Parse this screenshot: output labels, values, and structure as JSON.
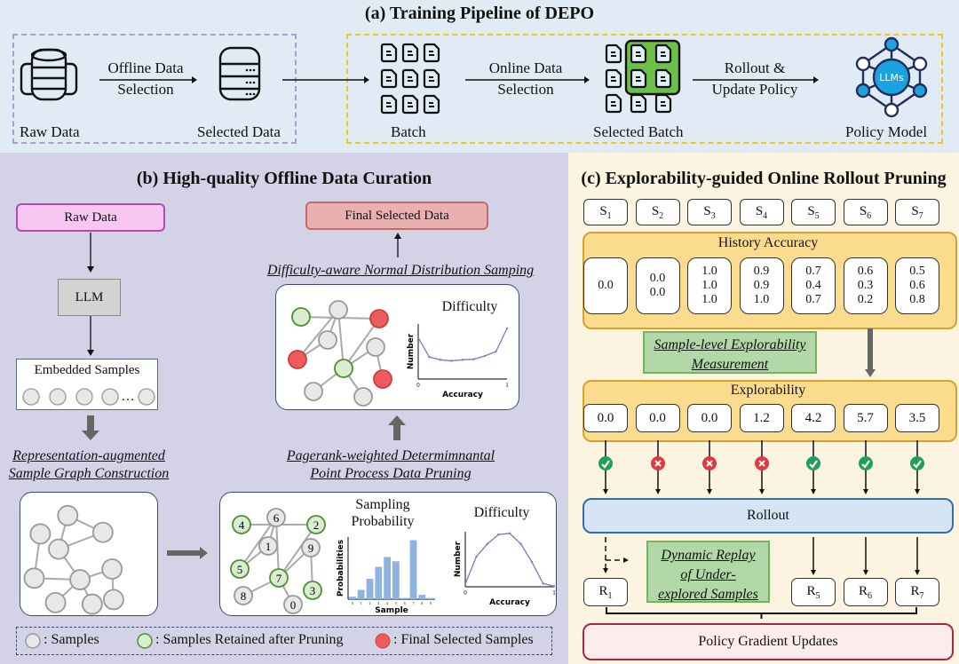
{
  "panel_a": {
    "title": "(a) Training Pipeline of DEPO",
    "raw_data_label": "Raw Data",
    "offline_arrow_label_1": "Offline Data",
    "offline_arrow_label_2": "Selection",
    "selected_data_label": "Selected Data",
    "batch_label": "Batch",
    "online_arrow_label_1": "Online Data",
    "online_arrow_label_2": "Selection",
    "selected_batch_label": "Selected Batch",
    "rollout_arrow_label_1": "Rollout &",
    "rollout_arrow_label_2": "Update Policy",
    "policy_model_label": "Policy Model",
    "llm_icon_text": "LLMs",
    "colors": {
      "offline_border": "#a99fce",
      "online_border": "#f5c518",
      "selected_fill": "#6cc04a",
      "llm_blue": "#1aa3e0"
    }
  },
  "panel_b": {
    "title": "(b) High-quality Offline Data Curation",
    "raw_data": "Raw Data",
    "llm": "LLM",
    "embedded_samples": "Embedded Samples",
    "ellipsis": "…",
    "step1_line1": "Representation-augmented",
    "step1_line2": "Sample Graph Construction",
    "step2_line1": "Pagerank-weighted Determimnantal",
    "step2_line2": "Point Process Data Pruning",
    "step3": "Difficulty-aware Normal Distribution Samping",
    "final_selected": "Final Selected Data",
    "sampling_prob_title_1": "Sampling",
    "sampling_prob_title_2": "Probability",
    "prob_ylabel": "Probabilities",
    "prob_xlabel": "Sample",
    "difficulty_title": "Difficulty",
    "difficulty_ylabel": "Number",
    "difficulty_xlabel": "Accuracy",
    "node_numbers": [
      "4",
      "6",
      "2",
      "1",
      "5",
      "9",
      "7",
      "3",
      "8",
      "0"
    ],
    "legend": {
      "samples": ": Samples",
      "retained": ": Samples Retained after Pruning",
      "final": ": Final Selected Samples"
    },
    "colors": {
      "raw_fill": "#f7c6f2",
      "raw_border": "#b04bb0",
      "final_fill": "#eab0b0",
      "final_border": "#c76a6a",
      "green_node": "#4f8f2f",
      "red_node": "#ee5b5b"
    }
  },
  "chart_data": [
    {
      "type": "bar",
      "title": "Sampling Probability",
      "xlabel": "Sample",
      "ylabel": "Probabilities",
      "categories": [
        "0",
        "1",
        "2",
        "3",
        "4",
        "5",
        "6",
        "7",
        "8",
        "9"
      ],
      "values": [
        0.04,
        0.15,
        0.33,
        0.52,
        0.68,
        0.61,
        0.02,
        0.95,
        0.07,
        0.02
      ]
    },
    {
      "type": "line",
      "title": "Difficulty",
      "xlabel": "Accuracy",
      "ylabel": "Number",
      "xlim": [
        0,
        1
      ],
      "x": [
        0,
        0.125,
        0.25,
        0.375,
        0.5,
        0.625,
        0.75,
        0.875,
        1.0
      ],
      "y": [
        0.05,
        0.55,
        0.78,
        0.95,
        0.97,
        0.78,
        0.45,
        0.06,
        0.01
      ]
    },
    {
      "type": "line",
      "title": "Difficulty",
      "xlabel": "Accuracy",
      "ylabel": "Number",
      "xlim": [
        0,
        1
      ],
      "x": [
        0,
        0.125,
        0.25,
        0.375,
        0.5,
        0.625,
        0.75,
        0.875,
        1.0
      ],
      "y": [
        0.75,
        0.4,
        0.35,
        0.33,
        0.35,
        0.36,
        0.42,
        0.5,
        0.92
      ]
    }
  ],
  "panel_c": {
    "title": "(c) Explorability-guided Online Rollout Pruning",
    "samples": [
      {
        "base": "S",
        "sub": "1"
      },
      {
        "base": "S",
        "sub": "2"
      },
      {
        "base": "S",
        "sub": "3"
      },
      {
        "base": "S",
        "sub": "4"
      },
      {
        "base": "S",
        "sub": "5"
      },
      {
        "base": "S",
        "sub": "6"
      },
      {
        "base": "S",
        "sub": "7"
      }
    ],
    "history_title": "History Accuracy",
    "history": [
      "0.0",
      "0.0\n0.0",
      "1.0\n1.0\n1.0",
      "0.9\n0.9\n1.0",
      "0.7\n0.4\n0.7",
      "0.6\n0.3\n0.2",
      "0.5\n0.6\n0.8"
    ],
    "measurement_line1": "Sample-level Explorability",
    "measurement_line2": "Measurement",
    "explorability_title": "Explorability",
    "explorability": [
      "0.0",
      "0.0",
      "0.0",
      "1.2",
      "4.2",
      "5.7",
      "3.5"
    ],
    "kept": [
      true,
      false,
      false,
      false,
      true,
      true,
      true
    ],
    "rollout": "Rollout",
    "replay_line1": "Dynamic Replay",
    "replay_line2": "of Under-",
    "replay_line3": "explored Samples",
    "results": [
      {
        "base": "R",
        "sub": "1"
      },
      {
        "base": "R",
        "sub": "5"
      },
      {
        "base": "R",
        "sub": "6"
      },
      {
        "base": "R",
        "sub": "7"
      }
    ],
    "policy_gradient": "Policy Gradient Updates",
    "colors": {
      "check": "#1f9e5c",
      "cross": "#e0393e",
      "rollout_fill": "#d5e5f5",
      "rollout_border": "#2f6eb5",
      "pg_fill": "#fdecec",
      "pg_border": "#a3284e",
      "green_box": "#b1d8a6"
    }
  }
}
